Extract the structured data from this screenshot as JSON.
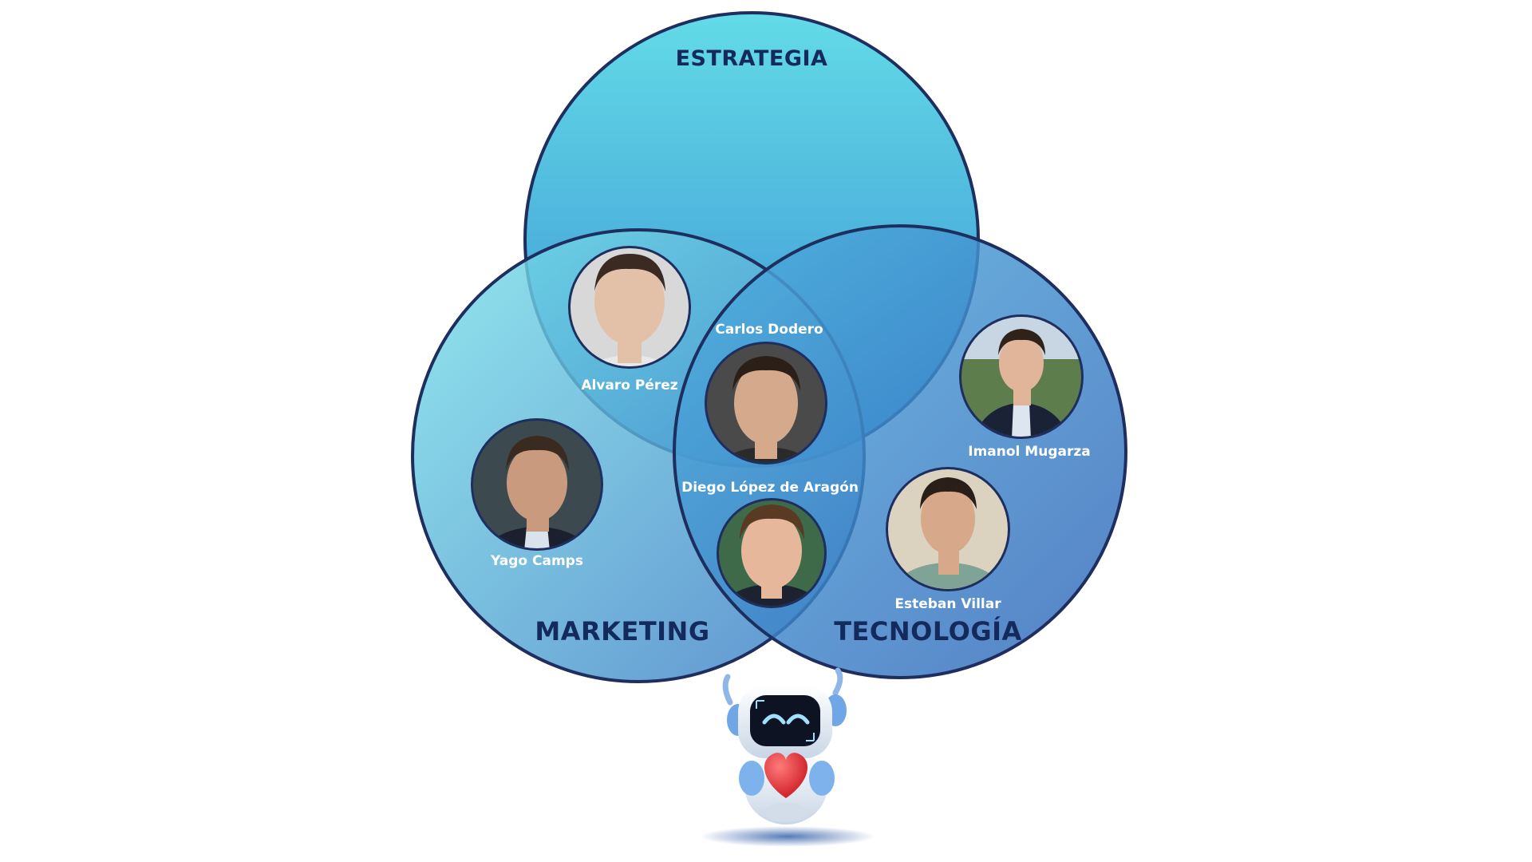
{
  "circles": {
    "top": {
      "label": "ESTRATEGIA"
    },
    "left": {
      "label": "MARKETING"
    },
    "right": {
      "label": "TECNOLOGÍA"
    }
  },
  "people": [
    {
      "name": "Alvaro Pérez",
      "skin": "#e3c1a8",
      "hair": "#3b2a22",
      "shirt": "#e8e8e8",
      "bg": "#d8d8d8"
    },
    {
      "name": "Carlos Dodero",
      "skin": "#d4a98c",
      "hair": "#2c1f18",
      "shirt": "#2a2a2a",
      "bg": "#4a4a4a"
    },
    {
      "name": "Diego López de Aragón",
      "skin": "#e6b79b",
      "hair": "#5a3a22",
      "shirt": "#1c2230",
      "bg": "#3f6a4a"
    },
    {
      "name": "Yago Camps",
      "skin": "#c99a7e",
      "hair": "#3a2a20",
      "shirt": "#1b1f2e",
      "bg": "#3c4a50"
    },
    {
      "name": "Imanol Mugarza",
      "skin": "#e0b59a",
      "hair": "#2e221b",
      "shirt": "#1a2236",
      "bg": "#5d7e4c"
    },
    {
      "name": "Esteban Villar",
      "skin": "#d7a88a",
      "hair": "#2a1f18",
      "shirt": "#7fa395",
      "bg": "#dcd2c0"
    }
  ],
  "colors": {
    "circle_stroke": "#1e2e5e",
    "top_gradient": [
      "#5ad9e6",
      "#2f86cf"
    ],
    "left_gradient": [
      "#7ae3ea",
      "#3a78c4"
    ],
    "right_gradient": [
      "#4aa4d8",
      "#2f63b8"
    ],
    "label": "#142a5c"
  },
  "mascot": {
    "icon": "robot-holding-heart-icon"
  }
}
